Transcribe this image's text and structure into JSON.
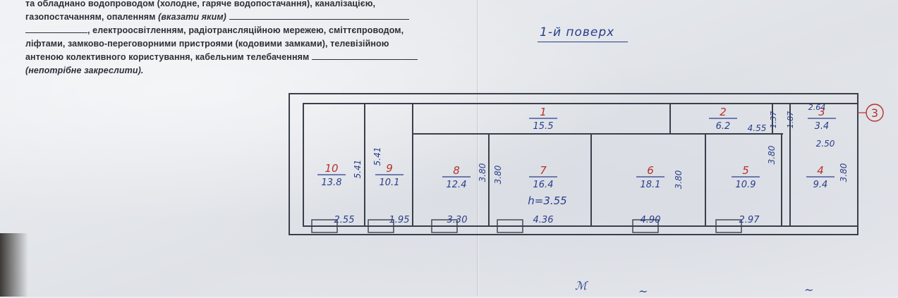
{
  "header_text": {
    "line1": "та обладнано водопроводом (холодне, гаряче водопостачання), каналізацією,",
    "line2_prefix": "газопостачанням, опаленням",
    "line2_hint": "(вказати яким)",
    "line3": ", електроосвітленням, радіотрансляційною мережею, сміттєпроводом,",
    "line4": "ліфтами, замково-переговорними пристроями (кодовими замками), телевізійною",
    "line5": "антеною колективного користування, кабельним телебаченням",
    "line6": "(непотрібне закреслити)."
  },
  "floor_title": "1-й поверх",
  "plan": {
    "ink_color": "#2a3d8a",
    "line_color": "#3a3f4a",
    "room_label_color": "#b5322c",
    "rooms": [
      {
        "number": "1",
        "area": "15.5"
      },
      {
        "number": "2",
        "area": "6.2"
      },
      {
        "number": "3",
        "area": "3.4"
      },
      {
        "number": "4",
        "area": "9.4"
      },
      {
        "number": "5",
        "area": "10.9"
      },
      {
        "number": "6",
        "area": "18.1"
      },
      {
        "number": "7",
        "area": "16.4"
      },
      {
        "number": "8",
        "area": "12.4"
      },
      {
        "number": "9",
        "area": "10.1"
      },
      {
        "number": "10",
        "area": "13.8"
      }
    ],
    "widths": [
      "2.55",
      "1.95",
      "3.30",
      "4.36",
      "4.90",
      "2.97"
    ],
    "depths": [
      "5.41",
      "5.41",
      "3.80",
      "3.80",
      "3.80",
      "3.80",
      "3.80"
    ],
    "other_dims": [
      "4.55",
      "1.37",
      "1.87",
      "2.64",
      "2.50"
    ],
    "ceiling_height": "h=3.55",
    "apartment_marker": "3"
  }
}
